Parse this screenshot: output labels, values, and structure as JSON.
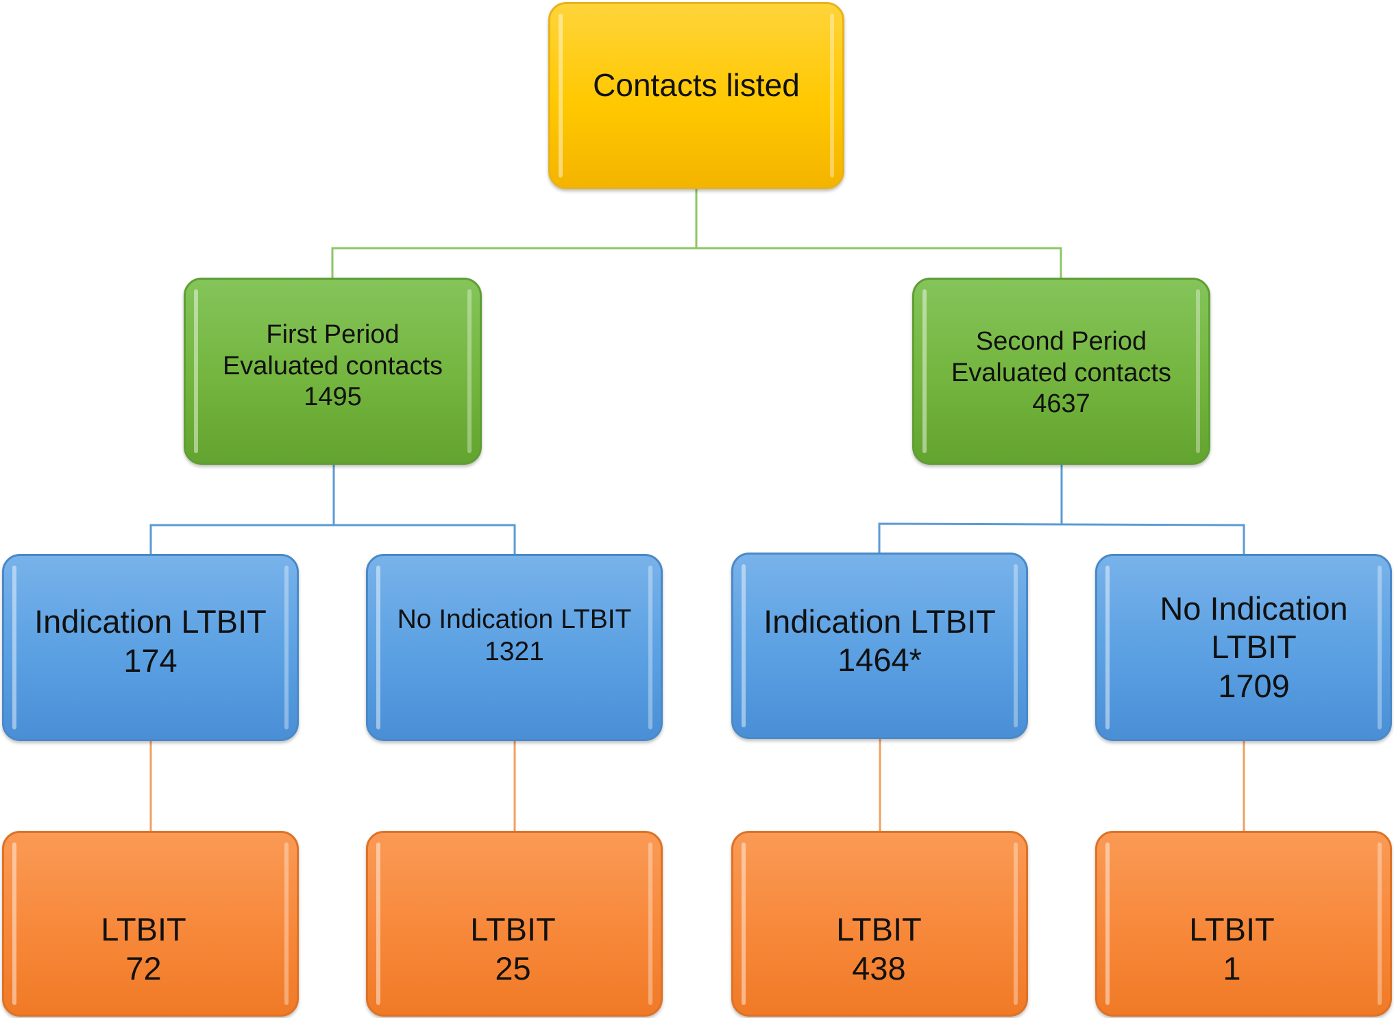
{
  "colors": {
    "root": "#ffc800",
    "period": "#73b53e",
    "indication": "#5aa0e2",
    "ltbit": "#f7883a",
    "connector_root": "#8cc665",
    "connector_period": "#5a9bd5",
    "connector_ltbit": "#f0a060"
  },
  "root": {
    "label": "Contacts listed"
  },
  "periods": [
    {
      "label": "First Period\nEvaluated contacts\n1495"
    },
    {
      "label": "Second Period\nEvaluated contacts\n4637"
    }
  ],
  "indications": [
    {
      "label": "Indication LTBIT\n174"
    },
    {
      "label": "No Indication LTBIT\n1321"
    },
    {
      "label": "Indication LTBIT\n1464*"
    },
    {
      "label": "No Indication\nLTBIT\n1709"
    }
  ],
  "ltbits": [
    {
      "label": "LTBIT\n72"
    },
    {
      "label": "LTBIT\n25"
    },
    {
      "label": "LTBIT\n438"
    },
    {
      "label": "LTBIT\n1"
    }
  ]
}
